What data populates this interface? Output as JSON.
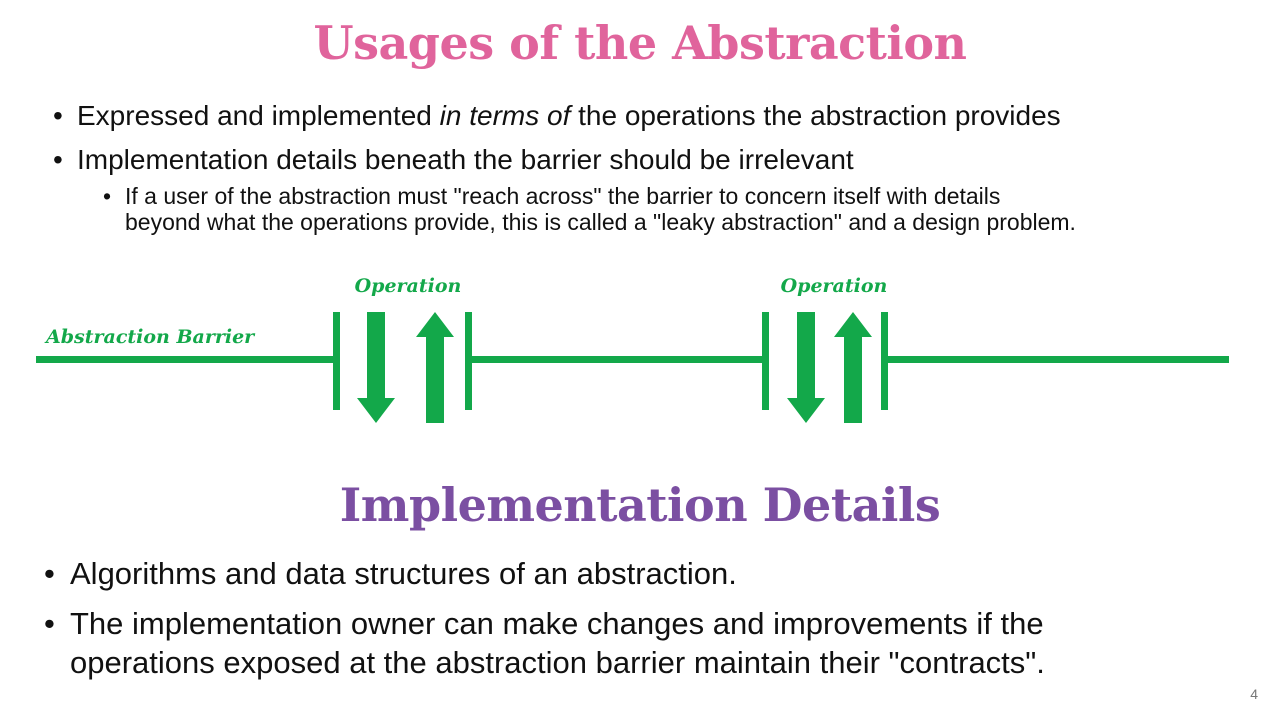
{
  "slide": {
    "top_title": "Usages of the Abstraction",
    "top_bullets": [
      {
        "before": "Expressed and implemented ",
        "emphasis": "in terms of",
        "after": " the operations the abstraction provides"
      },
      {
        "text": "Implementation details beneath the barrier should be irrelevant"
      }
    ],
    "sub_bullet_lines": [
      "If a user of the abstraction must \"reach across\" the barrier to concern itself with details",
      "beyond what the operations provide, this is called a \"leaky abstraction\" and a design problem."
    ],
    "diagram": {
      "barrier_label": "Abstraction Barrier",
      "operation_labels": [
        "Operation",
        "Operation"
      ],
      "color": "#13a84a"
    },
    "bottom_title": "Implementation Details",
    "bottom_bullets": [
      {
        "lines": [
          "Algorithms and data structures of an abstraction."
        ]
      },
      {
        "lines": [
          "The implementation owner can make changes and improvements if the",
          "operations exposed at the abstraction barrier maintain their \"contracts\"."
        ]
      }
    ],
    "page_number": "4",
    "colors": {
      "top_title": "#e0649c",
      "bottom_title": "#7b4fa2",
      "diagram_green": "#13a84a"
    }
  }
}
